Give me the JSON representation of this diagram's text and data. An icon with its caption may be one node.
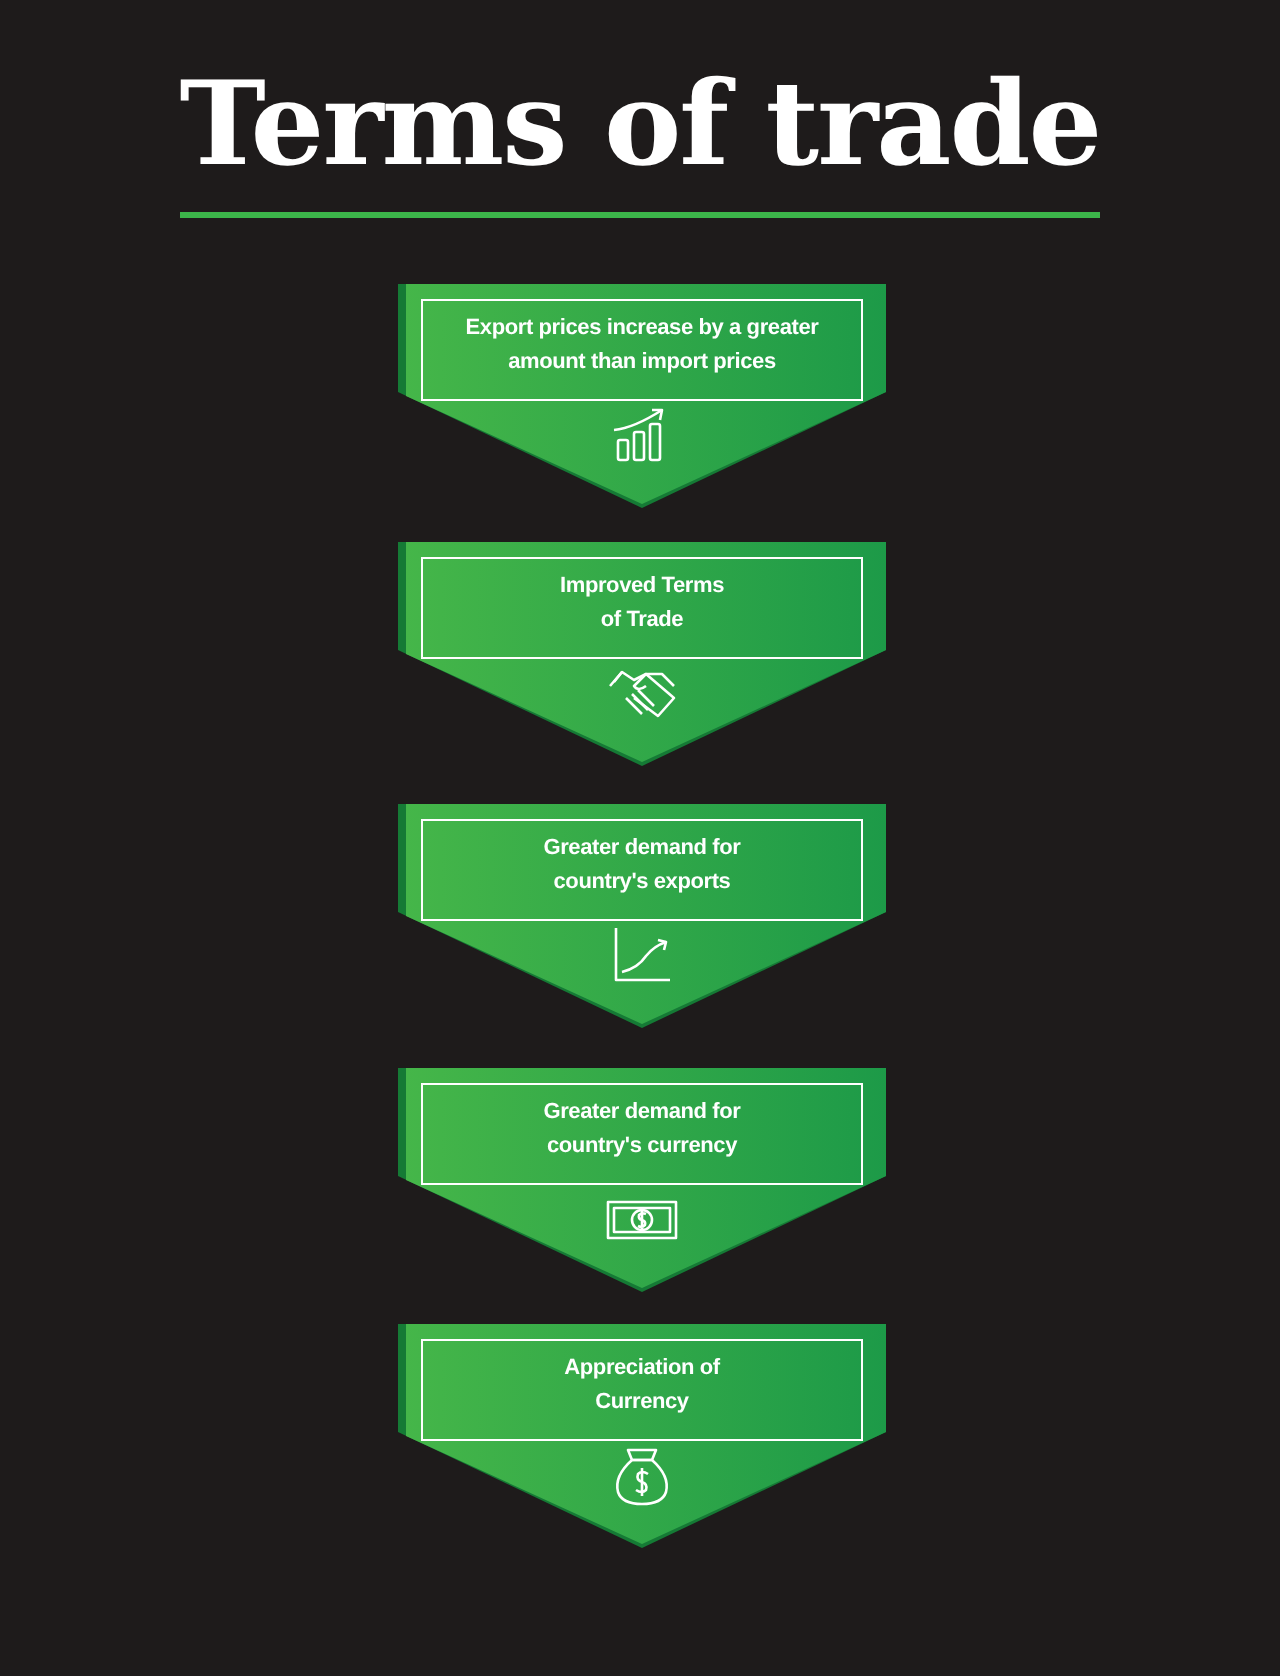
{
  "diagram": {
    "title": "Terms of trade",
    "nodes": [
      {
        "text": [
          "Export prices increase by a greater amount than import prices"
        ]
      },
      {
        "text": [
          "Improved Terms of Trade"
        ]
      },
      {
        "text": [
          "Greater demand for country's exports"
        ]
      },
      {
        "text": [
          "Greater demand for country's currency"
        ]
      },
      {
        "text": [
          "Appreciation of Currency"
        ]
      }
    ],
    "edges": []
  }
}
